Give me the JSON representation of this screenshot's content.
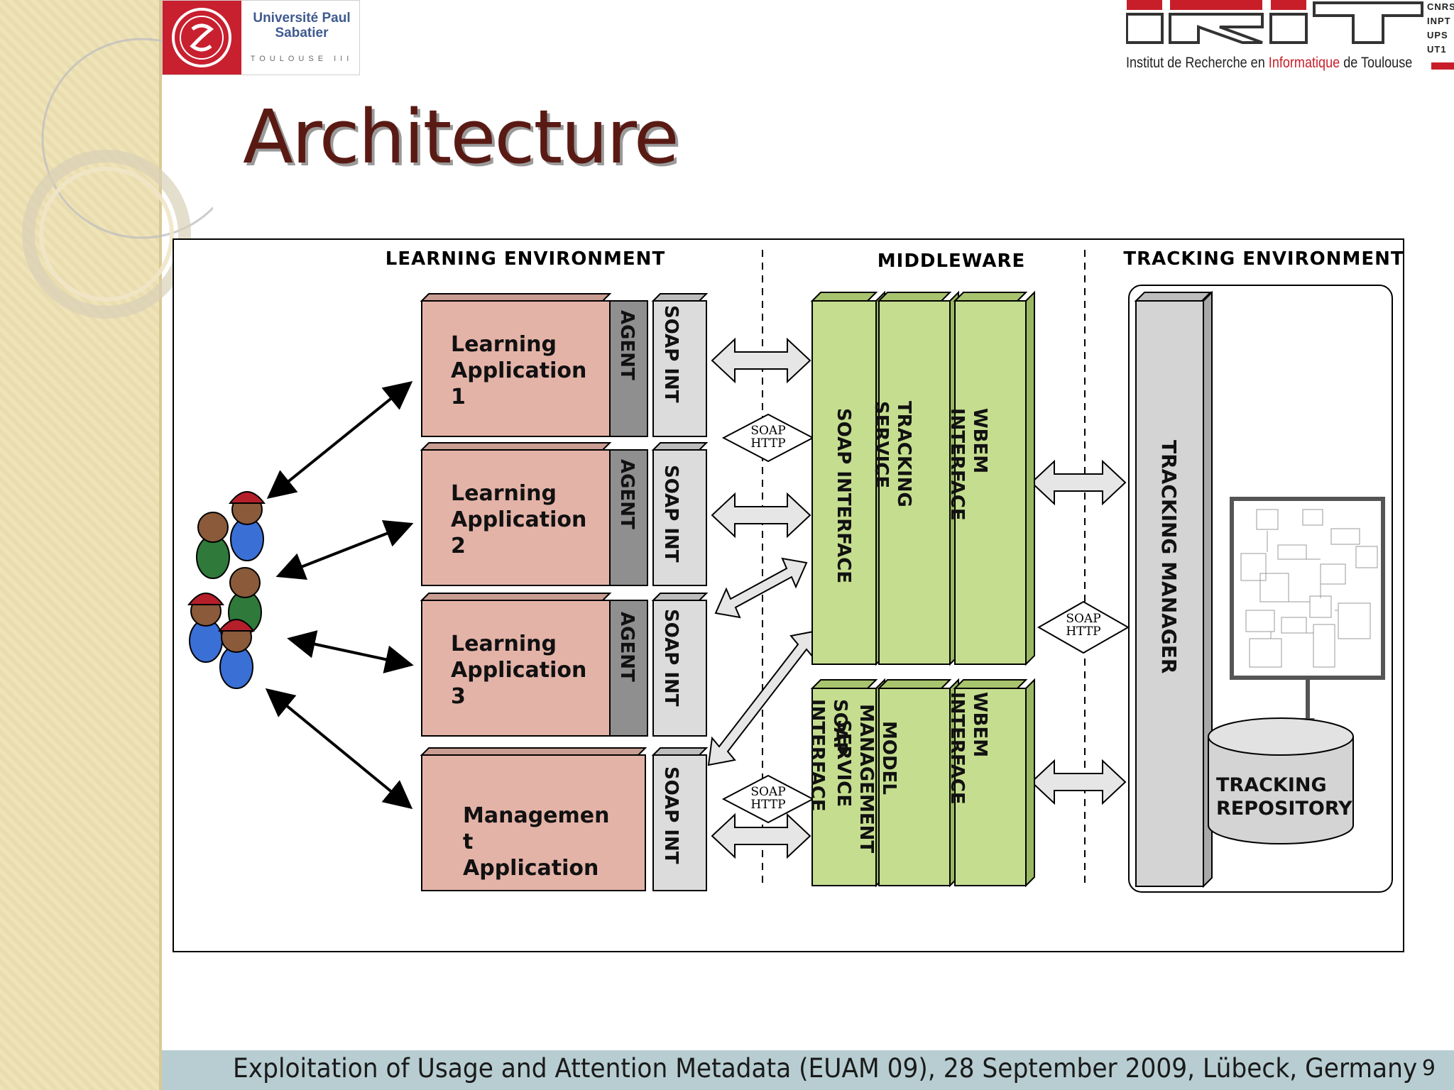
{
  "header": {
    "university": {
      "name": "Université Paul Sabatier",
      "city": "TOULOUSE III"
    },
    "lab": {
      "logo_text": "IRIT",
      "subtitle_part1": "Institut de Recherche en ",
      "subtitle_highlight": "Informatique",
      "subtitle_part2": " de Toulouse",
      "partners": [
        "CNRS",
        "INPT",
        "UPS",
        "UT1"
      ]
    }
  },
  "title": "Architecture",
  "diagram": {
    "sections": {
      "learning": "LEARNING ENVIRONMENT",
      "middleware": "MIDDLEWARE",
      "tracking": "TRACKING ENVIRONMENT"
    },
    "applications": [
      {
        "line1": "Learning",
        "line2": "Application",
        "line3": "1"
      },
      {
        "line1": "Learning",
        "line2": "Application",
        "line3": "2"
      },
      {
        "line1": "Learning",
        "line2": "Application",
        "line3": "3"
      },
      {
        "line1": "Managemen",
        "line2": "t",
        "line3": "Application"
      }
    ],
    "agent_label": "AGENT",
    "soap_int_label": "SOAP INT",
    "soap_http": {
      "line1": "SOAP",
      "line2": "HTTP"
    },
    "middleware_top": [
      {
        "lines": [
          "SOAP INTERFACE"
        ]
      },
      {
        "lines": [
          "TRACKING",
          "SERVICE"
        ]
      },
      {
        "lines": [
          "WBEM",
          "INTERFACE"
        ]
      }
    ],
    "middleware_bottom": [
      {
        "lines": [
          "SOAP",
          "INTERFACE"
        ]
      },
      {
        "lines": [
          "MODEL",
          "MANAGEMENT",
          "SERVICE"
        ]
      },
      {
        "lines": [
          "WBEM",
          "INTERFACE"
        ]
      }
    ],
    "tracking_manager": "TRACKING MANAGER",
    "tracking_repository": {
      "line1": "TRACKING",
      "line2": "REPOSITORY"
    },
    "colors": {
      "app_fill": "#e4b3a8",
      "agent_fill": "#8f8f8f",
      "soap_int_fill": "#dcdcdc",
      "middleware_fill": "#c5dd8f",
      "manager_fill": "#d4d4d4"
    }
  },
  "footer": {
    "text": "Exploitation of Usage and Attention Metadata (EUAM 09), 28 September 2009, Lübeck, Germany",
    "page": "9"
  }
}
